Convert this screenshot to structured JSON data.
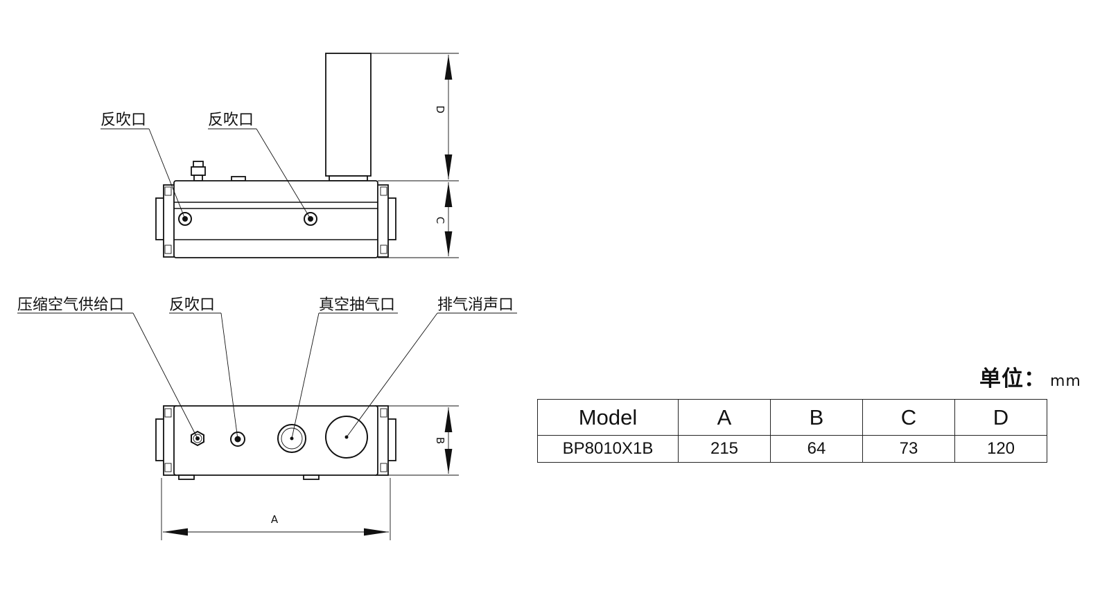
{
  "labels": {
    "top_blow_1": "反吹口",
    "top_blow_2": "反吹口",
    "air_supply": "压缩空气供给口",
    "front_blow": "反吹口",
    "vacuum_port": "真空抽气口",
    "exhaust_muffler": "排气消声口"
  },
  "dimensions": {
    "a": "A",
    "b": "B",
    "c": "C",
    "d": "D"
  },
  "unit": {
    "label": "单位：",
    "value": "mm"
  },
  "table": {
    "headers": [
      "Model",
      "A",
      "B",
      "C",
      "D"
    ],
    "row": [
      "BP8010X1B",
      "215",
      "64",
      "73",
      "120"
    ]
  }
}
